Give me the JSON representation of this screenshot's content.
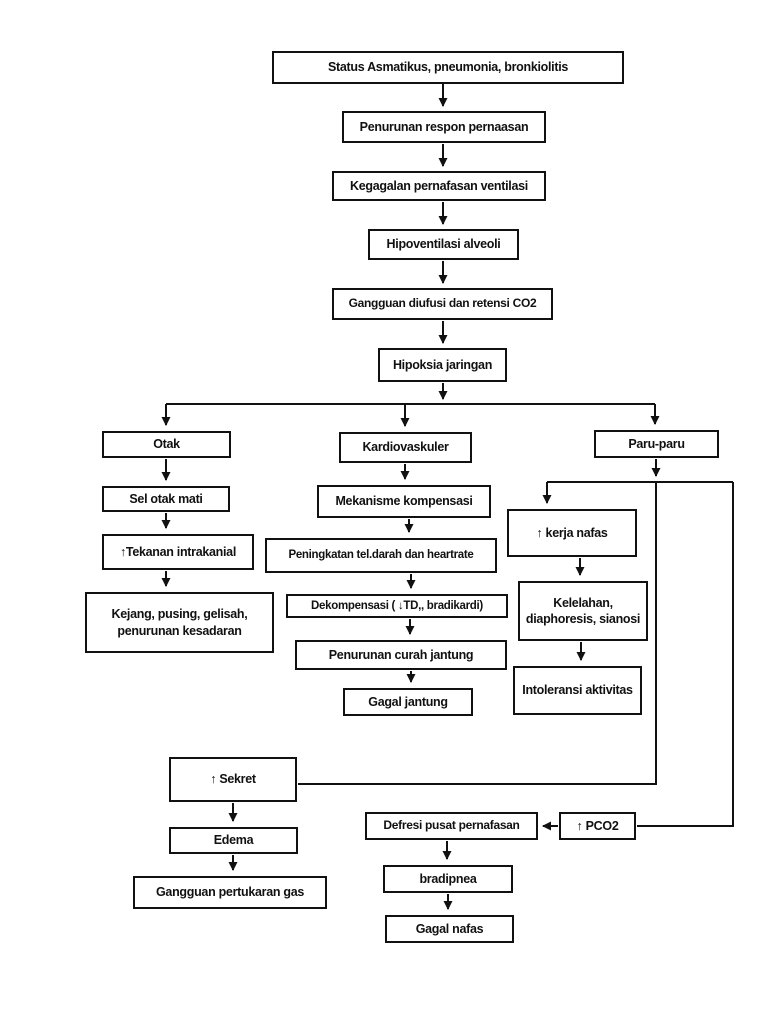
{
  "page": {
    "title": "Pathway Status Asmatikus flowchart",
    "colors": {
      "background": "#ffffff",
      "box_border": "#111111",
      "text": "#111111",
      "line": "#111111"
    }
  },
  "flowchart": {
    "nodes": {
      "status": {
        "label": "Status Asmatikus, pneumonia, bronkiolitis"
      },
      "respon": {
        "label": "Penurunan respon pernaasan"
      },
      "kegagalan": {
        "label": "Kegagalan pernafasan ventilasi"
      },
      "hipoventilasi": {
        "label": "Hipoventilasi alveoli"
      },
      "diufusi": {
        "label": "Gangguan diufusi dan retensi CO2"
      },
      "hipoksia": {
        "label": "Hipoksia jaringan"
      },
      "otak": {
        "label": "Otak"
      },
      "kardiovaskuler": {
        "label": "Kardiovaskuler"
      },
      "paru": {
        "label": "Paru-paru"
      },
      "sel_otak_mati": {
        "label": "Sel otak mati"
      },
      "tekanan": {
        "label": "↑Tekanan intrakanial"
      },
      "kejang": {
        "label": "Kejang, pusing, gelisah, penurunan kesadaran"
      },
      "mekanisme": {
        "label": "Mekanisme kompensasi"
      },
      "peningkatan": {
        "label": "Peningkatan tel.darah dan heartrate"
      },
      "dekompensasi": {
        "label": "Dekompensasi ( ↓TD,, bradikardi)"
      },
      "curah": {
        "label": "Penurunan curah jantung"
      },
      "gagal_jantung": {
        "label": "Gagal jantung"
      },
      "kerja_nafas": {
        "label": "↑ kerja nafas"
      },
      "kelelahan": {
        "label": "Kelelahan, diaphoresis, sianosi"
      },
      "intoleransi": {
        "label": "Intoleransi aktivitas"
      },
      "sekret": {
        "label": "↑ Sekret"
      },
      "edema": {
        "label": "Edema"
      },
      "pertukaran": {
        "label": "Gangguan pertukaran gas"
      },
      "defresi": {
        "label": "Defresi pusat pernafasan"
      },
      "pco2": {
        "label": "↑ PCO2"
      },
      "bradipnea": {
        "label": "bradipnea"
      },
      "gagal_nafas": {
        "label": "Gagal nafas"
      }
    },
    "edges": [
      {
        "from": "status",
        "to": "respon"
      },
      {
        "from": "respon",
        "to": "kegagalan"
      },
      {
        "from": "kegagalan",
        "to": "hipoventilasi"
      },
      {
        "from": "hipoventilasi",
        "to": "diufusi"
      },
      {
        "from": "diufusi",
        "to": "hipoksia"
      },
      {
        "from": "hipoksia",
        "to": "otak"
      },
      {
        "from": "hipoksia",
        "to": "kardiovaskuler"
      },
      {
        "from": "hipoksia",
        "to": "paru"
      },
      {
        "from": "otak",
        "to": "sel_otak_mati"
      },
      {
        "from": "sel_otak_mati",
        "to": "tekanan"
      },
      {
        "from": "tekanan",
        "to": "kejang"
      },
      {
        "from": "kardiovaskuler",
        "to": "mekanisme"
      },
      {
        "from": "mekanisme",
        "to": "peningkatan"
      },
      {
        "from": "peningkatan",
        "to": "dekompensasi"
      },
      {
        "from": "dekompensasi",
        "to": "curah"
      },
      {
        "from": "curah",
        "to": "gagal_jantung"
      },
      {
        "from": "paru",
        "to": "kerja_nafas"
      },
      {
        "from": "kerja_nafas",
        "to": "kelelahan"
      },
      {
        "from": "kelelahan",
        "to": "intoleransi"
      },
      {
        "from": "paru",
        "to": "sekret"
      },
      {
        "from": "paru",
        "to": "pco2"
      },
      {
        "from": "sekret",
        "to": "edema"
      },
      {
        "from": "edema",
        "to": "pertukaran"
      },
      {
        "from": "pco2",
        "to": "defresi"
      },
      {
        "from": "defresi",
        "to": "bradipnea"
      },
      {
        "from": "bradipnea",
        "to": "gagal_nafas"
      }
    ]
  }
}
